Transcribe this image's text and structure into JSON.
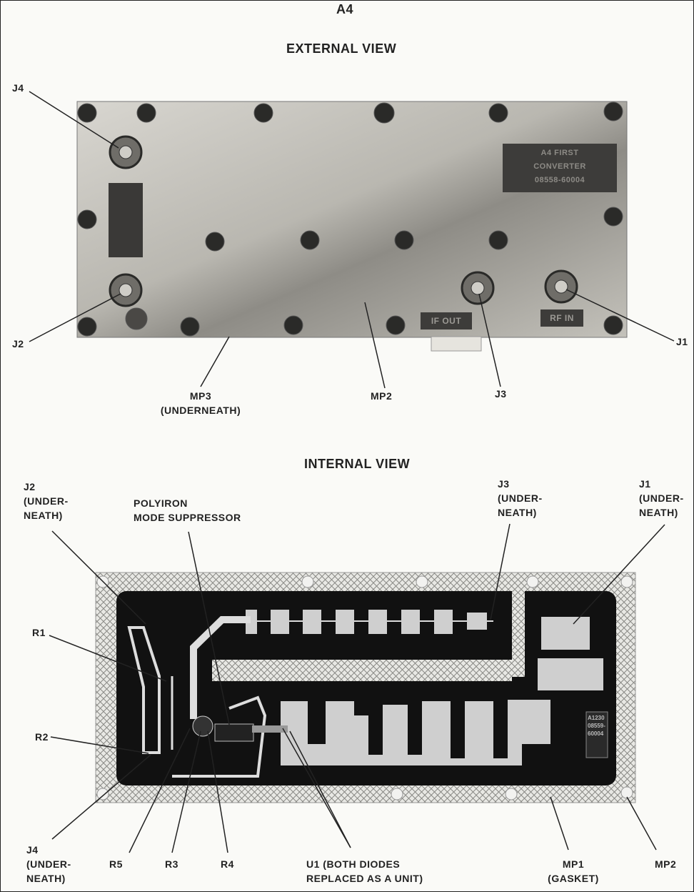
{
  "page_title": "A4",
  "external": {
    "title": "EXTERNAL VIEW",
    "plate_label": "A4 FIRST\nCONVERTER\n08558-60004",
    "if_out_label": "IF OUT",
    "rf_in_label": "RF IN",
    "labels": {
      "J4": "J4",
      "J2": "J2",
      "J1": "J1",
      "J3": "J3",
      "MP2": "MP2",
      "MP3": "MP3\n(UNDERNEATH)"
    }
  },
  "internal": {
    "title": "INTERNAL VIEW",
    "board_marking": "A1230\n08559-60004",
    "labels": {
      "J2": "J2\n(UNDER-\nNEATH)",
      "polyiron": "POLYIRON\nMODE SUPPRESSOR",
      "J3": "J3\n(UNDER-\nNEATH)",
      "J1": "J1\n(UNDER-\nNEATH)",
      "R1": "R1",
      "R2": "R2",
      "J4": "J4\n(UNDER-\nNEATH)",
      "R5": "R5",
      "R3": "R3",
      "R4": "R4",
      "U1": "U1 (BOTH DIODES\nREPLACED AS A UNIT)",
      "MP1": "MP1\n(GASKET)",
      "MP2": "MP2"
    }
  }
}
